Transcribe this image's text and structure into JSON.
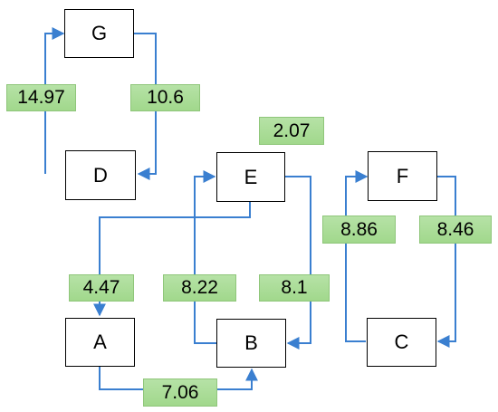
{
  "diagram": {
    "nodes": [
      {
        "id": "G",
        "label": "G"
      },
      {
        "id": "D",
        "label": "D"
      },
      {
        "id": "E",
        "label": "E"
      },
      {
        "id": "F",
        "label": "F"
      },
      {
        "id": "A",
        "label": "A"
      },
      {
        "id": "B",
        "label": "B"
      },
      {
        "id": "C",
        "label": "C"
      }
    ],
    "edges": [
      {
        "from": "D",
        "to": "G",
        "weight": "14.97"
      },
      {
        "from": "G",
        "to": "D",
        "weight": "10.6"
      },
      {
        "from": "E",
        "to": "A",
        "weight": "4.47"
      },
      {
        "from": "B",
        "to": "E",
        "weight": "8.22"
      },
      {
        "from": "E",
        "to": "B",
        "weight": "8.1"
      },
      {
        "from": "A",
        "to": "B",
        "weight": "7.06"
      },
      {
        "from": "C",
        "to": "F",
        "weight": "8.86"
      },
      {
        "from": "F",
        "to": "C",
        "weight": "8.46"
      }
    ],
    "extra_labels": [
      {
        "text": "2.07"
      }
    ],
    "colors": {
      "edge": "#3a7fd0",
      "label_fill": "#a9dc95",
      "node_border": "#000000"
    }
  }
}
